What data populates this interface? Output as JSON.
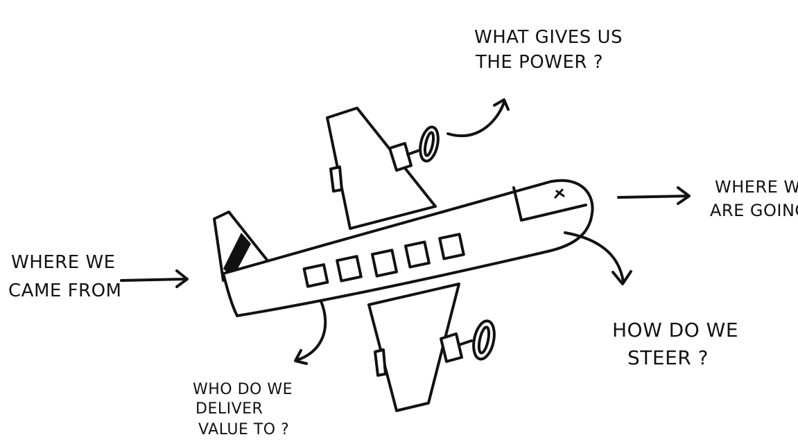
{
  "labels": {
    "power": [
      "WHAT GIVES US",
      "THE POWER ?"
    ],
    "going": [
      "WHERE WE",
      "ARE GOING"
    ],
    "came": [
      "WHERE WE",
      "CAME FROM"
    ],
    "steer": [
      "HOW DO WE",
      "STEER ?"
    ],
    "value": [
      "WHO DO WE",
      "DELIVER",
      "VALUE TO ?"
    ]
  },
  "colors": {
    "ink": "#111111",
    "background": "#ffffff"
  }
}
